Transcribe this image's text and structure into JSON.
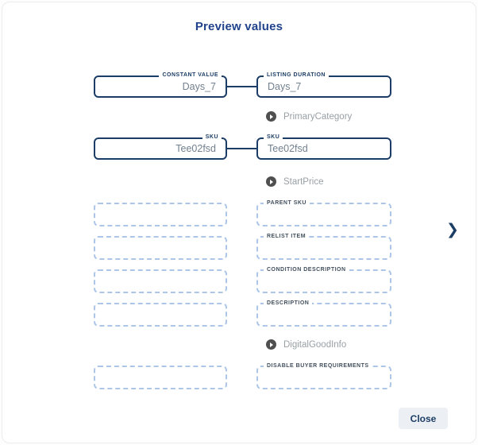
{
  "modal": {
    "title": "Preview values"
  },
  "mapped_pairs": [
    {
      "source": {
        "label": "CONSTANT VALUE",
        "value": "Days_7"
      },
      "target": {
        "label": "LISTING DURATION",
        "value": "Days_7"
      }
    },
    {
      "source": {
        "label": "SKU",
        "value": "Tee02fsd"
      },
      "target": {
        "label": "SKU",
        "value": "Tee02fsd"
      }
    }
  ],
  "group_rows": [
    {
      "label": "PrimaryCategory"
    },
    {
      "label": "StartPrice"
    },
    {
      "label": "DigitalGoodInfo"
    }
  ],
  "empty_rows": [
    {
      "target_label": "PARENT SKU"
    },
    {
      "target_label": "RELIST ITEM"
    },
    {
      "target_label": "CONDITION DESCRIPTION"
    },
    {
      "target_label": "DESCRIPTION"
    },
    {
      "target_label": "DISABLE BUYER REQUIREMENTS"
    }
  ],
  "pagination": {
    "next_icon": "❯"
  },
  "footer": {
    "close_label": "Close"
  },
  "colors": {
    "navy": "#1c3e66",
    "title_blue": "#21438c",
    "dashed_blue": "#adc6e8",
    "value_gray": "#73808f",
    "group_gray": "#98a0a6",
    "close_bg": "#eceff4"
  }
}
